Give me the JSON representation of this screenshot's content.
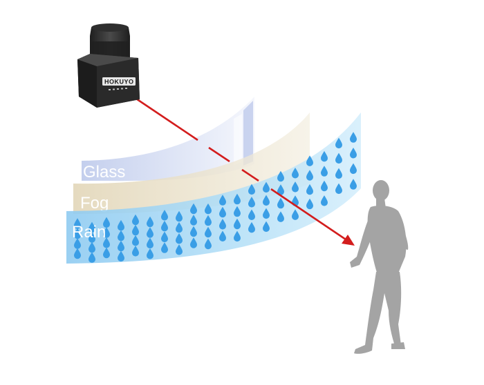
{
  "sensor": {
    "brand": "HOKUYO"
  },
  "layers": [
    {
      "key": "glass",
      "label": "Glass",
      "color": "#c9d3ee"
    },
    {
      "key": "fog",
      "label": "Fog",
      "color": "#e6dcc4"
    },
    {
      "key": "rain",
      "label": "Rain",
      "color": "#9fd4f3"
    }
  ],
  "colors": {
    "laser": "#d31d1d",
    "raindrop": "#3a9ee6",
    "person": "#a4a4a4",
    "sensor_body": "#2b2b2b"
  },
  "icons": {
    "sensor": "laser-scanner-icon",
    "person": "walking-person-icon",
    "raindrop": "raindrop-icon"
  }
}
